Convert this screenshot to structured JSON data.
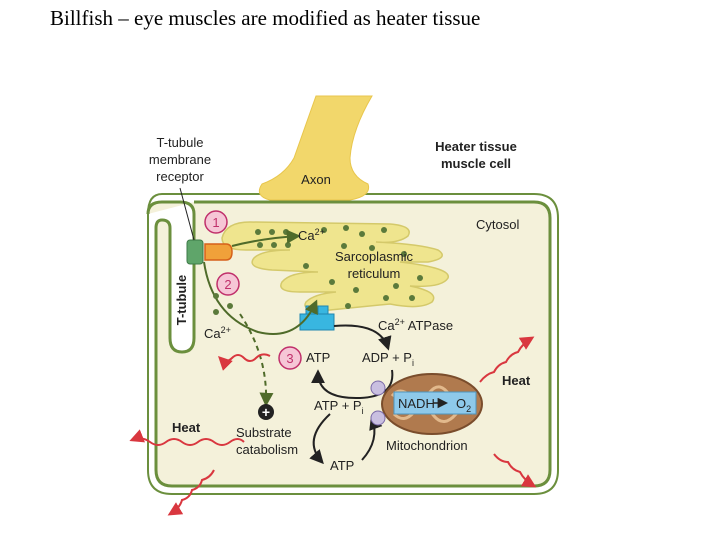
{
  "title": "Billfish – eye muscles are modified as heater tissue",
  "labels": {
    "t_tubule_receptor": [
      "T-tubule",
      "membrane",
      "receptor"
    ],
    "axon": "Axon",
    "heater_cell": [
      "Heater tissue",
      "muscle cell"
    ],
    "cytosol": "Cytosol",
    "t_tubule": "T-tubule",
    "ca_top": "Ca",
    "ca_top_sup": "2+",
    "sr": [
      "Sarcoplasmic",
      "reticulum"
    ],
    "ca_left": "Ca",
    "ca_left_sup": "2+",
    "ca_atpase": "Ca",
    "ca_atpase_sup": "2+",
    "ca_atpase_rest": " ATPase",
    "atp_top": "ATP",
    "adp_pi": "ADP + P",
    "adp_pi_sub": "i",
    "atp_pi": "ATP + P",
    "atp_pi_sub": "i",
    "nadh": "NADH",
    "o2": "O",
    "o2_sub": "2",
    "heat_left": "Heat",
    "heat_right": "Heat",
    "substrate": [
      "Substrate",
      "catabolism"
    ],
    "mito": "Mitochondrion",
    "atp_bottom": "ATP",
    "plus": "+"
  },
  "steps": [
    "1",
    "2",
    "3"
  ],
  "colors": {
    "cell_border": "#6b8f3d",
    "cytosol": "#f4f1da",
    "sr_fill": "#efe58e",
    "axon": "#f2d76b",
    "receptor": "#5fa56a",
    "atpase": "#38b6e0",
    "mito": "#b07a4e",
    "nadh_box": "#8ec9ea",
    "heat_arrow": "#d9373f",
    "step_circle": "#f6c6d6"
  }
}
